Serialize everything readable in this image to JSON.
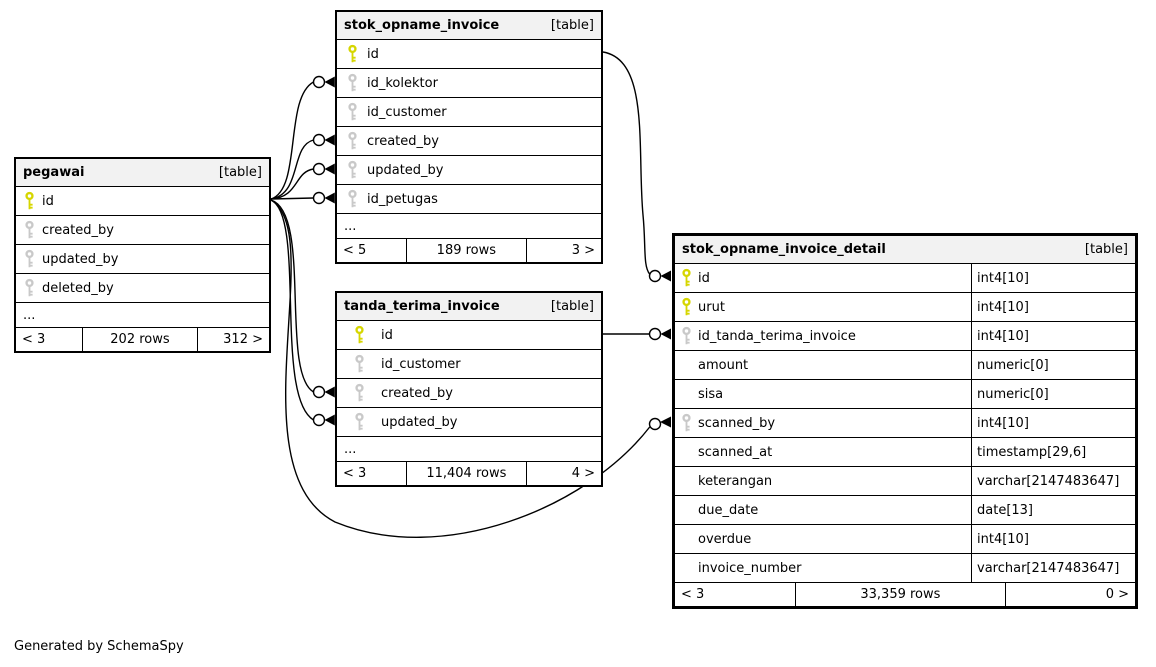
{
  "generated_by": "Generated by SchemaSpy",
  "colors": {
    "primary_key": "#d6d600",
    "foreign_key": "#c9c9c9",
    "header_bg": "#f2f2f2",
    "border": "#000000",
    "background": "#ffffff"
  },
  "tables": {
    "pegawai": {
      "name": "pegawai",
      "tag": "[table]",
      "columns": [
        {
          "name": "id",
          "key": "pk"
        },
        {
          "name": "created_by",
          "key": "fk"
        },
        {
          "name": "updated_by",
          "key": "fk"
        },
        {
          "name": "deleted_by",
          "key": "fk"
        }
      ],
      "ellipsis": "...",
      "footer": {
        "left": "< 3",
        "center": "202 rows",
        "right": "312 >"
      }
    },
    "stok_opname_invoice": {
      "name": "stok_opname_invoice",
      "tag": "[table]",
      "columns": [
        {
          "name": "id",
          "key": "pk"
        },
        {
          "name": "id_kolektor",
          "key": "fk"
        },
        {
          "name": "id_customer",
          "key": "fk"
        },
        {
          "name": "created_by",
          "key": "fk"
        },
        {
          "name": "updated_by",
          "key": "fk"
        },
        {
          "name": "id_petugas",
          "key": "fk"
        }
      ],
      "ellipsis": "...",
      "footer": {
        "left": "< 5",
        "center": "189 rows",
        "right": "3 >"
      }
    },
    "tanda_terima_invoice": {
      "name": "tanda_terima_invoice",
      "tag": "[table]",
      "columns": [
        {
          "name": "id",
          "key": "pk"
        },
        {
          "name": "id_customer",
          "key": "fk"
        },
        {
          "name": "created_by",
          "key": "fk"
        },
        {
          "name": "updated_by",
          "key": "fk"
        }
      ],
      "ellipsis": "...",
      "footer": {
        "left": "< 3",
        "center": "11,404 rows",
        "right": "4 >"
      }
    },
    "stok_opname_invoice_detail": {
      "name": "stok_opname_invoice_detail",
      "tag": "[table]",
      "columns": [
        {
          "name": "id",
          "key": "pk",
          "type": "int4[10]"
        },
        {
          "name": "urut",
          "key": "pk",
          "type": "int4[10]"
        },
        {
          "name": "id_tanda_terima_invoice",
          "key": "fk",
          "type": "int4[10]"
        },
        {
          "name": "amount",
          "key": null,
          "type": "numeric[0]"
        },
        {
          "name": "sisa",
          "key": null,
          "type": "numeric[0]"
        },
        {
          "name": "scanned_by",
          "key": "fk",
          "type": "int4[10]"
        },
        {
          "name": "scanned_at",
          "key": null,
          "type": "timestamp[29,6]"
        },
        {
          "name": "keterangan",
          "key": null,
          "type": "varchar[2147483647]"
        },
        {
          "name": "due_date",
          "key": null,
          "type": "date[13]"
        },
        {
          "name": "overdue",
          "key": null,
          "type": "int4[10]"
        },
        {
          "name": "invoice_number",
          "key": null,
          "type": "varchar[2147483647]"
        }
      ],
      "footer": {
        "left": "< 3",
        "center": "33,359 rows",
        "right": "0 >"
      }
    }
  },
  "connections": [
    {
      "from": "pegawai.id",
      "to": "stok_opname_invoice.id_kolektor"
    },
    {
      "from": "pegawai.id",
      "to": "stok_opname_invoice.created_by"
    },
    {
      "from": "pegawai.id",
      "to": "stok_opname_invoice.updated_by"
    },
    {
      "from": "pegawai.id",
      "to": "stok_opname_invoice.id_petugas"
    },
    {
      "from": "pegawai.id",
      "to": "tanda_terima_invoice.created_by"
    },
    {
      "from": "pegawai.id",
      "to": "tanda_terima_invoice.updated_by"
    },
    {
      "from": "pegawai.id",
      "to": "stok_opname_invoice_detail.scanned_by"
    },
    {
      "from": "stok_opname_invoice.id",
      "to": "stok_opname_invoice_detail.id"
    },
    {
      "from": "tanda_terima_invoice.id",
      "to": "stok_opname_invoice_detail.id_tanda_terima_invoice"
    }
  ]
}
